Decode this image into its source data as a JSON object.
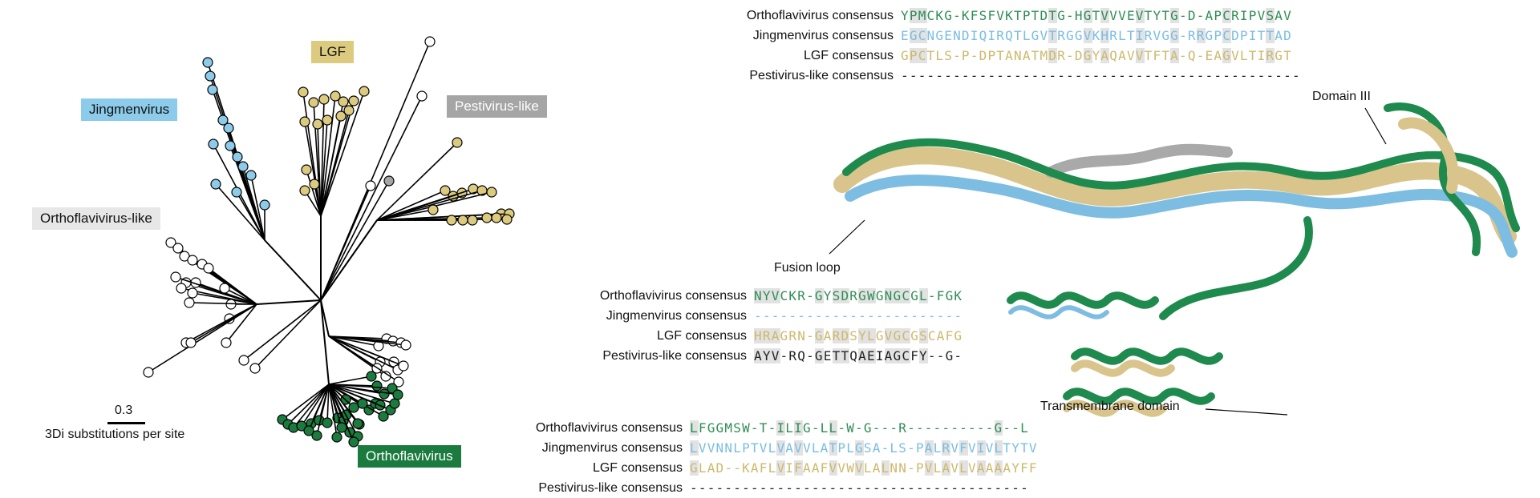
{
  "clades": {
    "jingmenvirus": "Jingmenvirus",
    "lgf": "LGF",
    "pestivirus_like": "Pestivirus-like",
    "orthoflavivirus_like": "Orthoflavivirus-like",
    "orthoflavivirus": "Orthoflavivirus"
  },
  "scale": {
    "value": "0.3",
    "caption": "3Di substitutions per site"
  },
  "colors": {
    "orthoflavivirus": "#1b7b3e",
    "jingmenvirus": "#8ccbe9",
    "lgf": "#dccb7e",
    "pestivirus_like": "#a5a5a5",
    "orthoflavivirus_like": "#ffffff"
  },
  "alignments": {
    "top": [
      {
        "label": "Orthoflavivirus consensus",
        "seq": "YPMCKG-KFSFVKTPTDTG-HGTVVVEVTYTG-D-APCRIPVSAV"
      },
      {
        "label": "Jingmenvirus consensus",
        "seq": "EGCNGENDIQIRQTLGVTRGGVKHRLTIRVGG-RRGPCDPITTAD"
      },
      {
        "label": "LGF consensus",
        "seq": "GPCTLS-P-DPTANATMDR-DGYAQAVVTFTA-Q-EAGVLTIRGT"
      },
      {
        "label": "Pestivirus-like consensus",
        "seq": "----------------------------------------------"
      }
    ],
    "fusion_loop": [
      {
        "label": "Orthoflavivirus consensus",
        "seq": "NYVCKR-GYSDRGWGNGCGL-FGK"
      },
      {
        "label": "Jingmenvirus consensus",
        "seq": "------------------------"
      },
      {
        "label": "LGF consensus",
        "seq": "HRAGRN-GARDSYLGVGCGSCAFG"
      },
      {
        "label": "Pestivirus-like consensus",
        "seq": "AYV-RQ-GETTQAEIAGCFY--G-"
      }
    ],
    "transmembrane": [
      {
        "label": "Orthoflavivirus consensus",
        "seq": "LFGGMSW-T-ILIG-LL-W-G---R----------G--L"
      },
      {
        "label": "Jingmenvirus consensus",
        "seq": "LVVNNLPTVLVAVVLATPLGSA-LS-PALRVFVIVLTYTV"
      },
      {
        "label": "LGF consensus",
        "seq": "GLAD--KAFLVIFAAFVVWVLALNN-PVLAVLVAAAAYFF"
      },
      {
        "label": "Pestivirus-like consensus",
        "seq": "---------------------------------------"
      }
    ]
  },
  "callouts": {
    "domain_iii": "Domain III",
    "fusion_loop": "Fusion loop",
    "transmembrane": "Transmembrane domain"
  }
}
